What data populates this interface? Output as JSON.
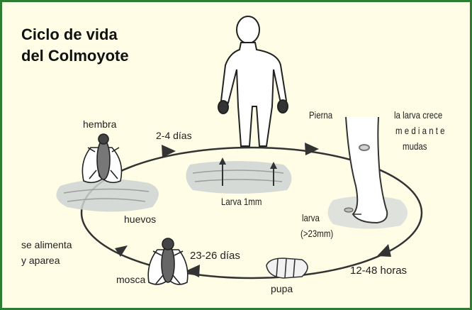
{
  "diagram": {
    "title_line1": "Ciclo de vida",
    "title_line2": "del Colmoyote",
    "labels": {
      "hembra": "hembra",
      "dias_2_4": "2-4 días",
      "pierna": "Pierna",
      "larva_crece_1": "la larva crece",
      "larva_crece_2": "m e d i a n t e",
      "larva_crece_3": "mudas",
      "larva_1mm": "Larva 1mm",
      "huevos": "huevos",
      "larva_23": "larva",
      "larva_23_size": "(>23mm)",
      "se_alimenta_1": "se alimenta",
      "se_alimenta_2": "y aparea",
      "dias_23_26": "23-26  días",
      "mosca": "mosca",
      "pupa": "pupa",
      "horas_12_48": "12-48  horas"
    },
    "colors": {
      "border": "#2e7d32",
      "background": "#fffde6",
      "arrow": "#333333",
      "skin": "#bdbdbd"
    }
  }
}
